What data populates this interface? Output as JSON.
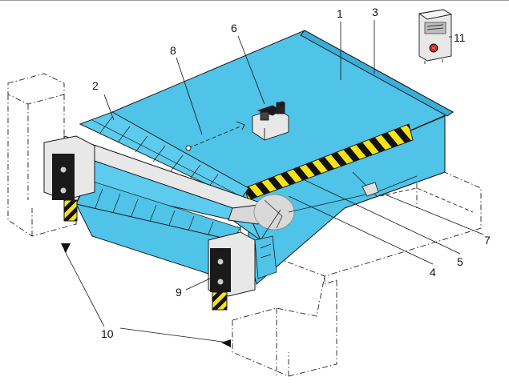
{
  "callouts": {
    "c1": "1",
    "c2": "2",
    "c3": "3",
    "c4": "4",
    "c5": "5",
    "c6": "6",
    "c7": "7",
    "c8": "8",
    "c9": "9",
    "c10": "10",
    "c11": "11"
  },
  "colors": {
    "platform": "#4fc3e8",
    "platform_dark": "#3aaed6",
    "hazard_yellow": "#f5e21a",
    "hazard_black": "#111111",
    "bumper": "#1a1a1a",
    "rail": "#e8e8e8"
  }
}
